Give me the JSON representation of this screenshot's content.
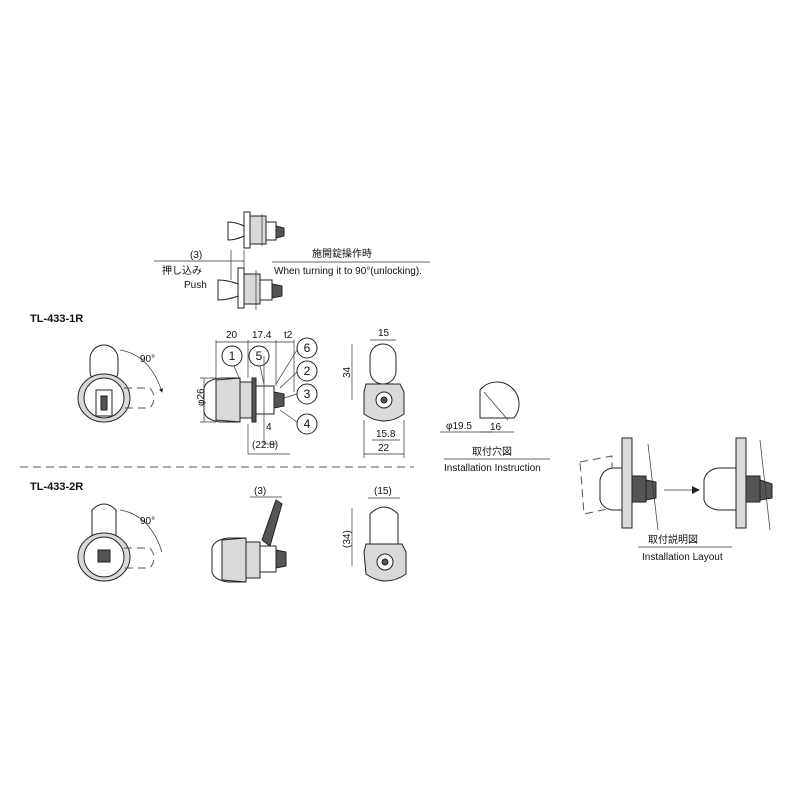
{
  "models": {
    "model_1r": "TL-433-1R",
    "model_2r": "TL-433-2R"
  },
  "push": {
    "dim": "(3)",
    "label_ja": "押し込み",
    "label_en": "Push"
  },
  "unlock": {
    "label_ja": "施開錠操作時",
    "label_en": "When turning it to 90°(unlocking)."
  },
  "angles": {
    "a1": "90°",
    "a2": "90°"
  },
  "dims_front": {
    "d20": "20",
    "d174": "17.4",
    "dt2": "t2",
    "phi26": "φ26",
    "d4": "4",
    "d228": "(22.8)"
  },
  "callouts": [
    "1",
    "5",
    "6",
    "2",
    "3",
    "4"
  ],
  "dims_side": {
    "d15": "15",
    "d34": "34",
    "d158": "15.8",
    "d22": "22"
  },
  "hole": {
    "phi": "φ19.5",
    "d16": "16",
    "label_ja": "取付穴図",
    "label_en": "Installation Instruction"
  },
  "dims_2r": {
    "d3": "(3)",
    "d15": "(15)",
    "d34": "(34)"
  },
  "layout": {
    "label_ja": "取付説明図",
    "label_en": "Installation Layout"
  }
}
